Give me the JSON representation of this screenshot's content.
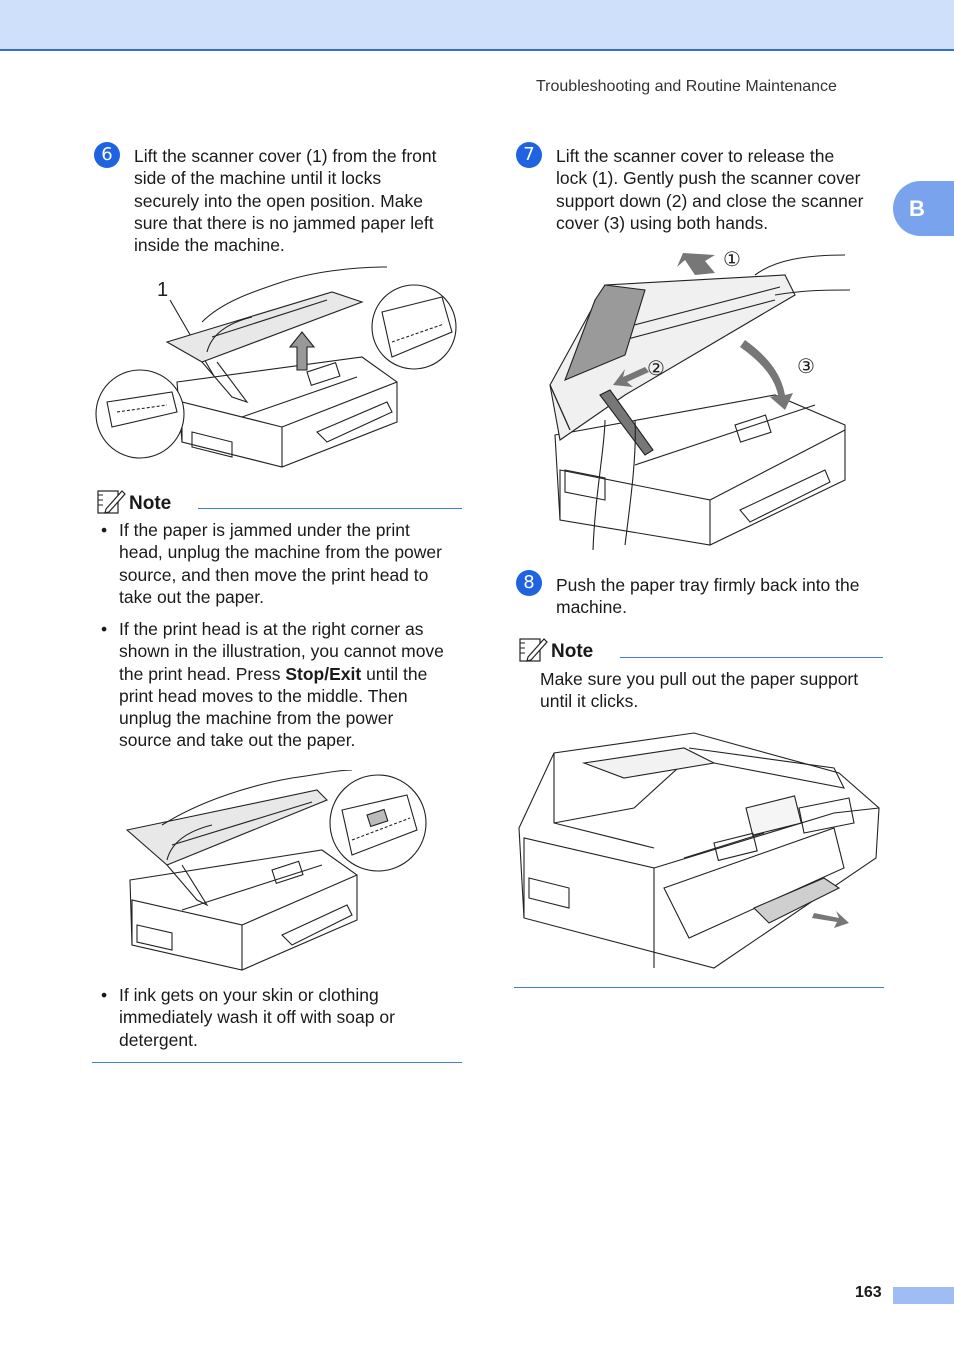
{
  "header": {
    "running_title": "Troubleshooting and Routine Maintenance",
    "chapter_tab": "B"
  },
  "steps": [
    {
      "number": "6",
      "lines": [
        "Lift the scanner cover (1) from the front",
        "side of the machine until it locks",
        "securely into the open position. Make",
        "sure that there is no jammed paper left",
        "inside the machine."
      ],
      "figure_callout": "1"
    },
    {
      "number": "7",
      "lines": [
        "Lift the scanner cover to release the",
        "lock (1). Gently push the scanner cover",
        "support down (2) and close the scanner",
        "cover (3) using both hands."
      ],
      "figure_callouts": [
        "①",
        "②",
        "③"
      ]
    },
    {
      "number": "8",
      "lines": [
        "Push the paper tray firmly back into the",
        "machine."
      ]
    }
  ],
  "note_left": {
    "label": "Note",
    "bullets": [
      {
        "lines": [
          "If the paper is jammed under the print",
          "head, unplug the machine from the power",
          "source, and then move the print head to",
          "take out the paper."
        ]
      },
      {
        "line1": "If the print head is at the right corner as",
        "line2": "shown in the illustration, you cannot move",
        "line3_before": "the print head. Press ",
        "line3_bold": "Stop/Exit",
        "line3_after": " until the",
        "line4": "print head moves to the middle. Then",
        "line5": "unplug the machine from the power",
        "line6": "source and take out the paper."
      },
      {
        "lines": [
          "If ink gets on your skin or clothing",
          "immediately wash it off with soap or",
          "detergent."
        ]
      }
    ]
  },
  "note_right": {
    "label": "Note",
    "lines": [
      "Make sure you pull out the paper support",
      "until it clicks."
    ]
  },
  "footer": {
    "page_number": "163"
  },
  "colors": {
    "accent": "#1f63e0",
    "band": "#cfe0fb",
    "rule": "#3f7ce0"
  }
}
